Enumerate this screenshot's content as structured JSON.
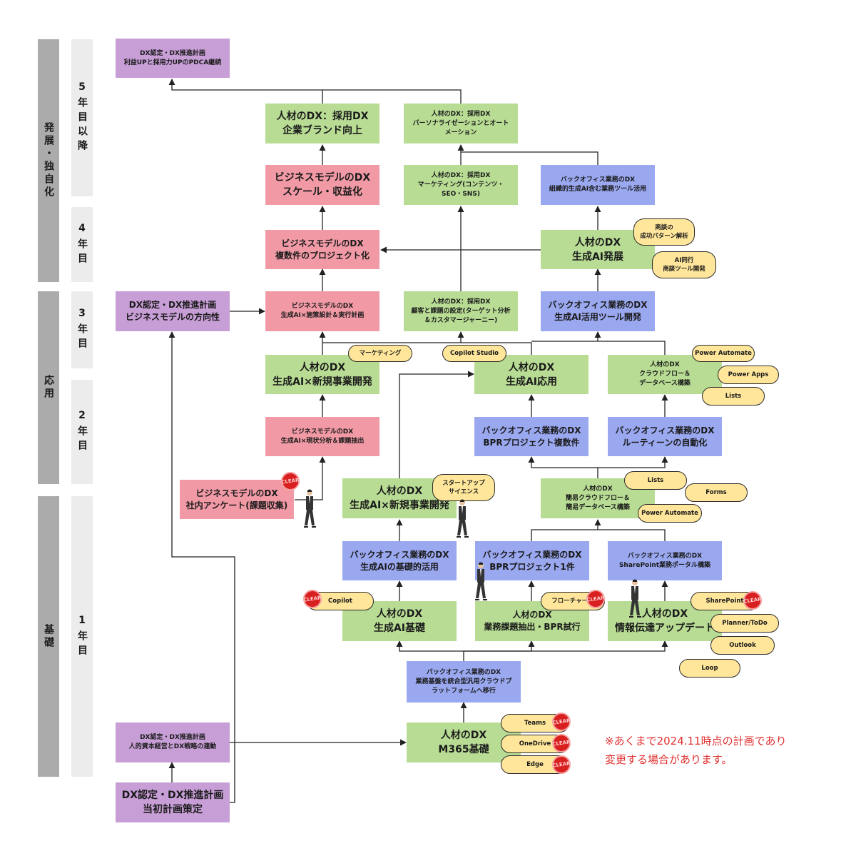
{
  "phases": [
    "発展・独自化",
    "応用",
    "基礎"
  ],
  "years": [
    "5年目以降",
    "4年目",
    "3年目",
    "2年目",
    "1年目"
  ],
  "boxes": {
    "dx_plan_pdca": "DX認定・DX推進計画\n利益UPと採用力UPのPDCA継続",
    "brand": "人材のDX：採用DX\n企業ブランド向上",
    "personalize": "人材のDX：採用DX\nパーソナライゼーションとオート\nメーション",
    "scale": "ビジネスモデルのDX\nスケール・収益化",
    "marketing_sns": "人材のDX：採用DX\nマーケティング(コンテンツ・\nSEO・SNS)",
    "bo_org_ai": "バックオフィス業務のDX\n組織的生成AI含む業務ツール活用",
    "multi_project": "ビジネスモデルのDX\n複数件のプロジェクト化",
    "genai_advance": "人材のDX\n生成AI発展",
    "dx_plan_bm": "DX認定・DX推進計画\nビジネスモデルの方向性",
    "bm_plan": "ビジネスモデルのDX\n生成AI×施策設計＆実行計画",
    "customer_issue": "人材のDX：採用DX\n顧客と課題の設定(ターゲット分析\n＆カスタマージャーニー)",
    "bo_genai_tool": "バックオフィス業務のDX\n生成AI活用ツール開発",
    "genai_newbiz_2": "人材のDX\n生成AI×新規事業開発",
    "genai_apply": "人材のDX\n生成AI応用",
    "cloudflow_db": "人材のDX\nクラウドフロー＆\nデータベース構築",
    "bm_analysis": "ビジネスモデルのDX\n生成AI×現状分析＆課題抽出",
    "bo_bpr_multi": "バックオフィス業務のDX\nBPRプロジェクト複数件",
    "bo_routine": "バックオフィス業務のDX\nルーティーンの自動化",
    "bm_survey": "ビジネスモデルのDX\n社内アンケート(課題収集)",
    "genai_newbiz_1": "人材のDX\n生成AI×新規事業開発",
    "simple_flow": "人材のDX\n簡易クラウドフロー＆\n簡易データベース構築",
    "bo_basic_ai": "バックオフィス業務のDX\n生成AIの基礎的活用",
    "bo_bpr_one": "バックオフィス業務のDX\nBPRプロジェクト1件",
    "bo_sharepoint": "バックオフィス業務のDX\nSharePoint業務ポータル構築",
    "genai_basic": "人材のDX\n生成AI基礎",
    "task_extract": "人材のDX\n業務課題抽出・BPR試行",
    "info_update": "人材のDX\n情報伝達アップデート",
    "bo_cloud_platform": "バックオフィス業務のDX\n業務基盤を統合型汎用クラウドプ\nラットフォームへ移行",
    "dx_plan_hr": "DX認定・DX推進計画\n人的資本経営とDX戦略の連動",
    "m365": "人材のDX\nM365基礎",
    "dx_plan_initial": "DX認定・DX推進計画\n当初計画策定"
  },
  "tags": {
    "sales_pattern": "商談の\n成功パターン解析",
    "ai_companion": "AI同行\n商談ツール開発",
    "marketing": "マーケティング",
    "copilot_studio": "Copilot Studio",
    "power_automate_3": "Power Automate",
    "power_apps": "Power Apps",
    "lists_2": "Lists",
    "startup_science": "スタートアップ\nサイエンス",
    "lists_1": "Lists",
    "forms": "Forms",
    "power_automate_1": "Power Automate",
    "copilot": "Copilot",
    "flowchart": "フローチャート",
    "sharepoint": "SharePoint",
    "planner": "Planner/ToDo",
    "outlook": "Outlook",
    "loop": "Loop",
    "teams": "Teams",
    "onedrive": "OneDrive",
    "edge": "Edge"
  },
  "stamp_text": "CLEAR",
  "note": "※あくまで2024.11時点の計画であり\n変更する場合があります。",
  "colors": {
    "purple": "#c79ed6",
    "green": "#b8dc94",
    "pink": "#f19aa6",
    "blue": "#9aa8f0",
    "tag": "#ffe69b",
    "stamp": "#d92020",
    "note": "#e03030",
    "phase_bar": "#ababab",
    "year_bar": "#ececec"
  }
}
